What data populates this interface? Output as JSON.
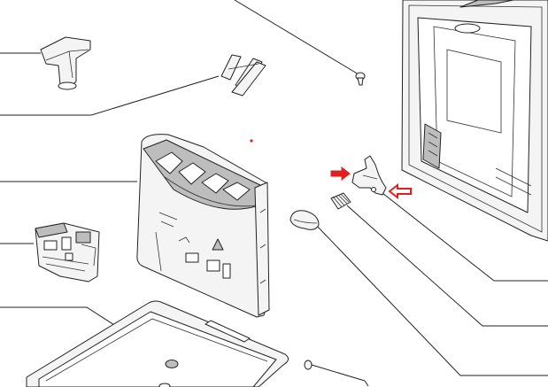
{
  "diagram": {
    "kind": "exploded-parts-view",
    "colors": {
      "line": "#222222",
      "part_fill": "#f4f4f4",
      "shade": "#bdbdbd",
      "highlight_arrow": "#e02020"
    },
    "parts": [
      "knob-part",
      "rollers-part",
      "screw-part",
      "door-frame-part",
      "dispenser-drawer-part",
      "hinge-lever-part",
      "spring-part",
      "button-cap-part",
      "door-lock-part",
      "tray-part",
      "rod-part"
    ],
    "highlight_arrows": [
      "arrow-right-filled",
      "arrow-left-outline"
    ]
  }
}
